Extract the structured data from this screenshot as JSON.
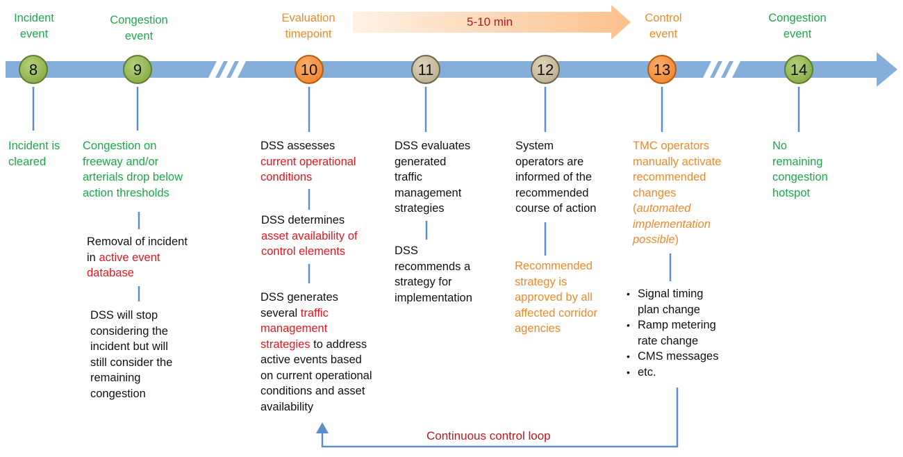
{
  "banner": {
    "duration": "5-10 min"
  },
  "loop": {
    "label": "Continuous control loop"
  },
  "colors": {
    "green": "#1aa84a",
    "orange": "#f0882a",
    "red": "#e8141e",
    "arrow": "#7aa3d6",
    "dark_red_text": "#c0161c"
  },
  "nodes": [
    {
      "id": "8",
      "label": "8",
      "type": "green",
      "event_lines": [
        "Incident",
        "event"
      ]
    },
    {
      "id": "9",
      "label": "9",
      "type": "green",
      "event_lines": [
        "Congestion",
        "event"
      ]
    },
    {
      "id": "10",
      "label": "10",
      "type": "orange",
      "event_lines": [
        "Evaluation",
        "timepoint"
      ]
    },
    {
      "id": "11",
      "label": "11",
      "type": "gray",
      "event_lines": []
    },
    {
      "id": "12",
      "label": "12",
      "type": "gray",
      "event_lines": []
    },
    {
      "id": "13",
      "label": "13",
      "type": "orange",
      "event_lines": [
        "Control",
        "event"
      ]
    },
    {
      "id": "14",
      "label": "14",
      "type": "green",
      "event_lines": [
        "Congestion",
        "event"
      ]
    }
  ],
  "texts": {
    "n8": {
      "l1": "Incident is",
      "l2": "cleared"
    },
    "n9": {
      "l1": "Congestion on",
      "l2": "freeway and/or",
      "l3": "arterials drop below",
      "l4": "action thresholds"
    },
    "n9b": {
      "l1": "Removal of incident",
      "l2a": "in ",
      "l2b": "active event",
      "l3": "database"
    },
    "n9c": {
      "l1": "DSS will stop",
      "l2": "considering the",
      "l3": "incident but will",
      "l4": "still consider the",
      "l5": "remaining",
      "l6": "congestion"
    },
    "n10a": {
      "l1": "DSS assesses",
      "l2": "current operational",
      "l3": "conditions"
    },
    "n10b": {
      "l1": "DSS determines",
      "l2": "asset availability  of",
      "l3": "control elements"
    },
    "n10c": {
      "l1": "DSS generates",
      "l2a": "several ",
      "l2b": "traffic",
      "l3": "management",
      "l4a": "strategies",
      "l4b": " to address",
      "l5": "active events based",
      "l6": "on current operational",
      "l7": "conditions and asset",
      "l8": "availability"
    },
    "n11a": {
      "l1": "DSS evaluates",
      "l2": "generated",
      "l3": "traffic",
      "l4": "management",
      "l5": "strategies"
    },
    "n11b": {
      "l1": "DSS",
      "l2": "recommends a",
      "l3": "strategy for",
      "l4": "implementation"
    },
    "n12a": {
      "l1": "System",
      "l2": "operators are",
      "l3": "informed of the",
      "l4": "recommended",
      "l5": "course of action"
    },
    "n12b": {
      "l1": "Recommended",
      "l2": "strategy is",
      "l3": "approved by all",
      "l4": "affected corridor",
      "l5": "agencies"
    },
    "n13a": {
      "l1": "TMC operators",
      "l2": "manually activate",
      "l3": "recommended",
      "l4": "changes",
      "l5": "(automated",
      "l6": "implementation",
      "l7": "possible)"
    },
    "n13b": {
      "items": [
        "Signal timing",
        "plan change",
        "Ramp metering",
        "rate change",
        "CMS messages",
        "etc."
      ]
    },
    "n14": {
      "l1": "No",
      "l2": "remaining",
      "l3": "congestion",
      "l4": "hotspot"
    }
  }
}
